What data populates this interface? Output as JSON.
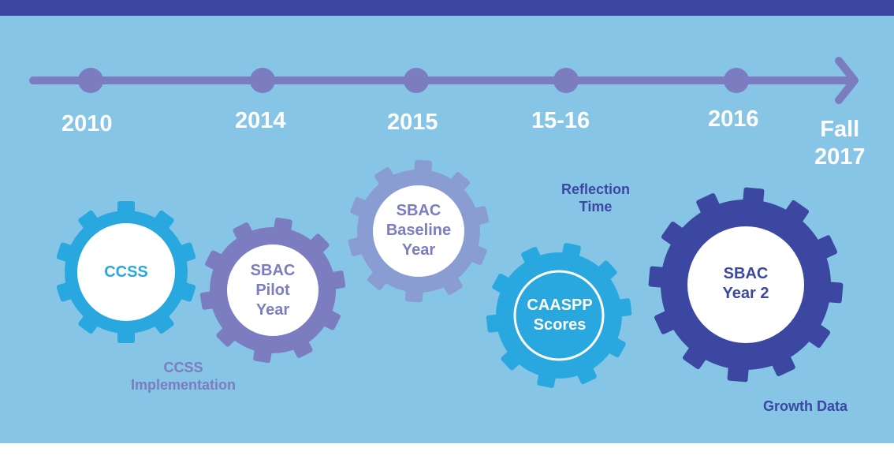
{
  "colors": {
    "background": "#86C5E6",
    "top_bar": "#3B47A1",
    "timeline": "#7B7DC0",
    "gear_light_blue": "#29A8E0",
    "gear_purple": "#7B7DC0",
    "gear_lavender": "#8A9DD2",
    "gear_navy": "#3B47A1",
    "white": "#FFFFFF"
  },
  "timeline": {
    "years": [
      "2010",
      "2014",
      "2015",
      "15-16",
      "2016"
    ],
    "final_year": [
      "Fall",
      "2017"
    ]
  },
  "gears": [
    {
      "id": "ccss",
      "lines": [
        "CCSS"
      ],
      "color": "gear_light_blue",
      "text_color": "gear_light_blue"
    },
    {
      "id": "sbac-pilot",
      "lines": [
        "SBAC",
        "Pilot",
        "Year"
      ],
      "color": "gear_purple",
      "text_color": "gear_purple"
    },
    {
      "id": "sbac-baseline",
      "lines": [
        "SBAC",
        "Baseline",
        "Year"
      ],
      "color": "gear_lavender",
      "text_color": "gear_purple"
    },
    {
      "id": "caaspp",
      "lines": [
        "CAASPP",
        "Scores"
      ],
      "color": "gear_light_blue",
      "text_color": "white"
    },
    {
      "id": "sbac-year2",
      "lines": [
        "SBAC",
        "Year 2"
      ],
      "color": "gear_navy",
      "text_color": "gear_navy"
    }
  ],
  "captions": {
    "ccss_implementation": [
      "CCSS",
      "Implementation"
    ],
    "reflection_time": [
      "Reflection",
      "Time"
    ],
    "growth_data": "Growth Data"
  }
}
